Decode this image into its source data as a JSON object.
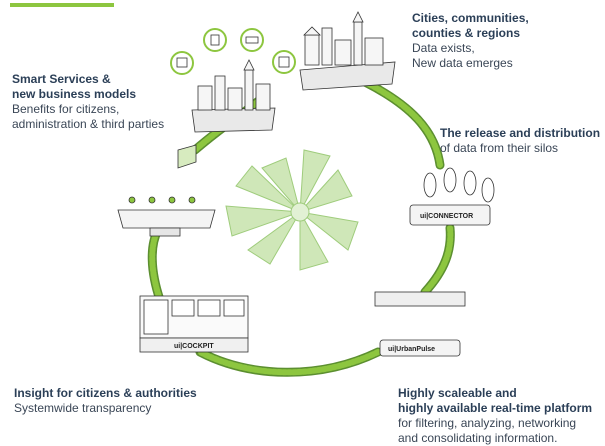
{
  "colors": {
    "accent": "#8dc63f",
    "heading": "#2b3f57",
    "cable": "#7fb54a",
    "fan": "#cfe7b8"
  },
  "blocks": {
    "smart_services": {
      "heading": [
        "Smart Services &",
        "new business models"
      ],
      "body": [
        "Benefits for citizens,",
        "administration & third parties"
      ]
    },
    "cities": {
      "heading": [
        "Cities, communities,",
        "counties & regions"
      ],
      "body": [
        "Data exists,",
        "New data emerges"
      ]
    },
    "release": {
      "heading": [
        "The release and distribution"
      ],
      "body": [
        "of data from their silos"
      ]
    },
    "insight": {
      "heading": [
        "Insight for citizens & authorities"
      ],
      "body": [
        "Systemwide transparency"
      ]
    },
    "platform": {
      "heading": [
        "Highly scaleable and",
        "highly available real-time platform"
      ],
      "body": [
        "for filtering, analyzing, networking",
        "and consolidating information."
      ]
    }
  },
  "devices": {
    "connector": "ui|CONNECTOR",
    "urbanpulse": "ui|UrbanPulse",
    "cockpit": "ui|COCKPIT"
  },
  "icons": [
    "document-icon",
    "car-icon",
    "tablet-icon",
    "bar-chart-icon"
  ]
}
